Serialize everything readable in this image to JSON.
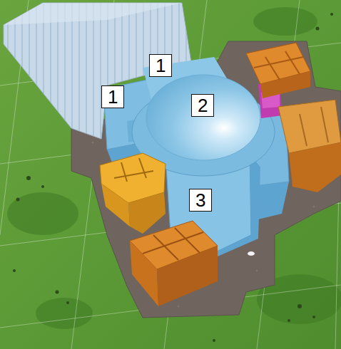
{
  "diagram": {
    "labels": [
      "1",
      "1",
      "2",
      "3"
    ]
  }
}
